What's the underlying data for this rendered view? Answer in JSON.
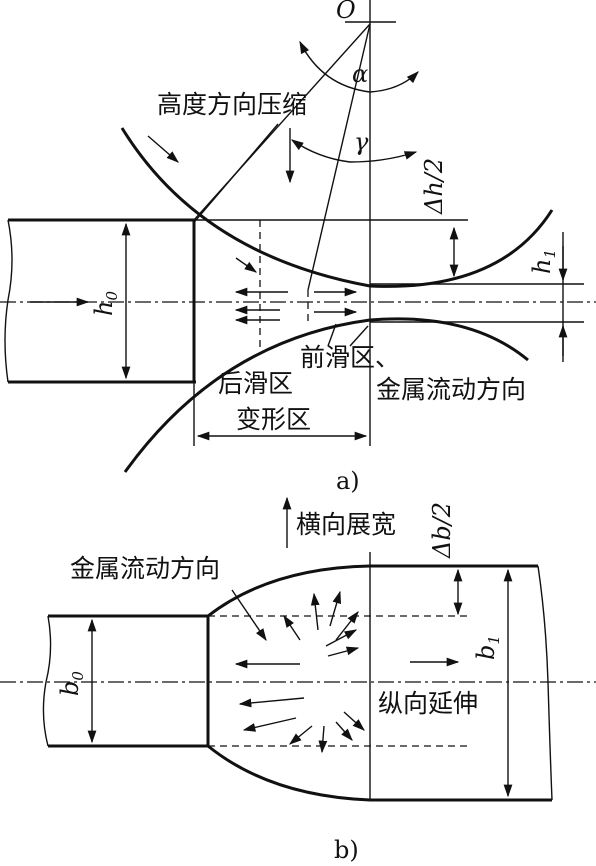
{
  "diagram": {
    "a": {
      "center_label": "O",
      "alpha_label": "α",
      "gamma_label": "γ",
      "compress_label": "高度方向压缩",
      "delta_h_label": "Δh/2",
      "h0_label": "h",
      "h0_sub": "0",
      "h1_label": "h",
      "h1_sub": "1",
      "forward_slip_label": "前滑区、",
      "backward_slip_label": "后滑区",
      "flow_dir_label": "金属流动方向",
      "deform_zone_label": "变形区",
      "caption": "a)"
    },
    "b": {
      "spread_label": "横向展宽",
      "delta_b_label": "Δb/2",
      "flow_dir_label": "金属流动方向",
      "b0_label": "b",
      "b0_sub": "0",
      "b1_label": "b",
      "b1_sub": "1",
      "elongation_label": "纵向延伸",
      "caption": "b)"
    }
  }
}
